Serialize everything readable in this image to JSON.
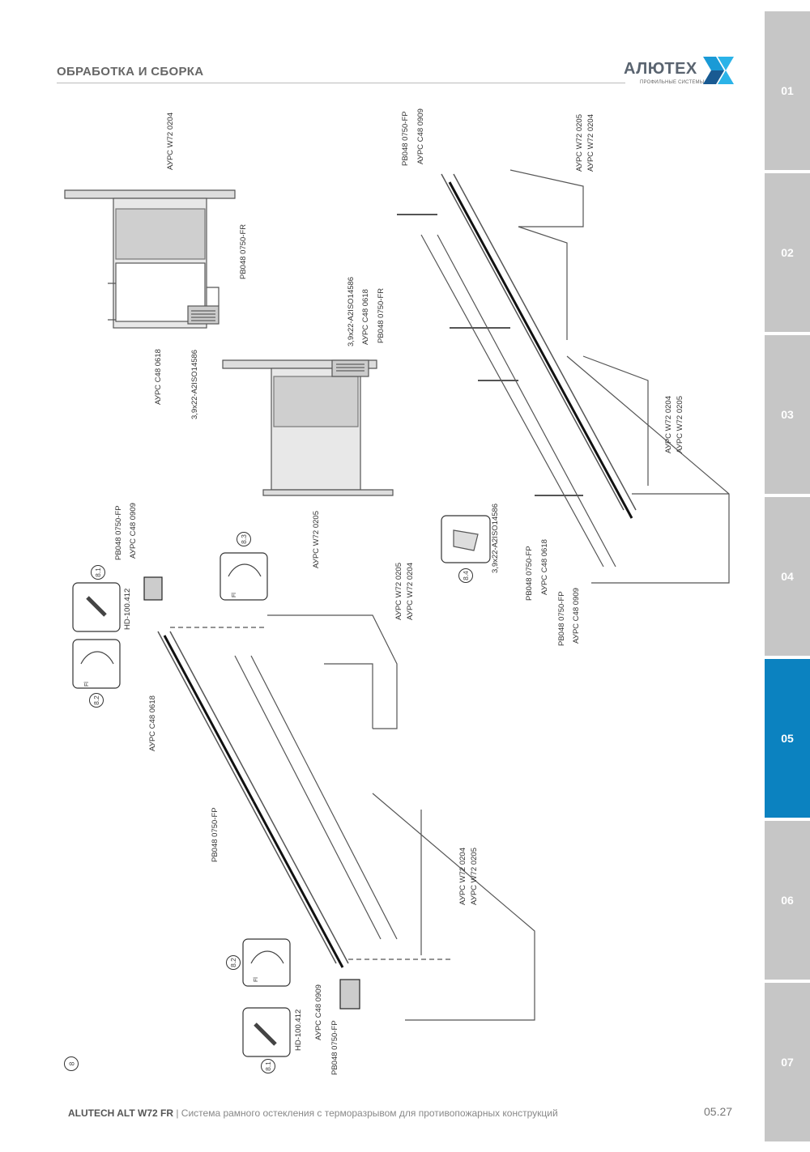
{
  "header": {
    "title": "ОБРАБОТКА И СБОРКА"
  },
  "logo": {
    "name": "АЛЮТЕХ",
    "tagline": "ПРОФИЛЬНЫЕ СИСТЕМЫ",
    "accent": "#1a9ad6",
    "accent2": "#1a4f86"
  },
  "tabs": [
    {
      "label": "01",
      "active": false
    },
    {
      "label": "02",
      "active": false
    },
    {
      "label": "03",
      "active": false
    },
    {
      "label": "04",
      "active": false
    },
    {
      "label": "05",
      "active": true
    },
    {
      "label": "06",
      "active": false
    },
    {
      "label": "07",
      "active": false
    }
  ],
  "labels": {
    "w72_0204_top": "АУРС W72 0204",
    "pb_fr_1": "PB048 0750-FR",
    "c48_0618_a": "АУРС C48 0618",
    "screw_a": "3,9x22-A2ISO14586",
    "screw_b": "3,9x22-A2ISO14586",
    "c48_0618_b": "АУРС C48 0618",
    "pb_fr_2": "PB048 0750-FR",
    "w72_0205_mid": "АУРС W72 0205",
    "pb_fp_top": "PB048 0750-FP",
    "c48_0909_top": "АУРС C48 0909",
    "w72_0205_tr": "АУРС W72 0205",
    "w72_0204_tr": "АУРС W72 0204",
    "w72_0204_r": "АУРС W72 0204",
    "w72_0205_r": "АУРС W72 0205",
    "screw_c": "3,9x22-A2ISO14586",
    "pb_fp_r": "PB048 0750-FP",
    "c48_0618_r": "АУРС C48 0618",
    "pb_fp_r2": "PB048 0750-FP",
    "c48_0909_r": "АУРС C48 0909",
    "pb_fp_l": "PB048 0750-FP",
    "c48_0909_l": "АУРС C48 0909",
    "hd_1": "HD-100.412",
    "c48_0618_l": "АУРС C48 0618",
    "w72_0205_l": "АУРС W72 0205",
    "w72_0204_l": "АУРС W72 0204",
    "pb_fp_l2": "PB048 0750-FP",
    "w72_0204_b": "АУРС W72 0204",
    "w72_0205_b": "АУРС W72 0205",
    "hd_2": "HD-100.412",
    "c48_0909_b": "АУРС C48 0909",
    "pb_fp_b": "PB048 0750-FP",
    "fl1": "Fl",
    "fl2": "Fl",
    "fl3": "Fl"
  },
  "steps": {
    "s81a": "8.1",
    "s82a": "8.2",
    "s83": "8.3",
    "s84": "8.4",
    "s82b": "8.2",
    "s81b": "8.1",
    "s8": "8"
  },
  "footer": {
    "product": "ALUTECH ALT W72 FR",
    "description": " | Система рамного остекления с терморазрывом для противопожарных конструкций",
    "page": "05.27"
  }
}
